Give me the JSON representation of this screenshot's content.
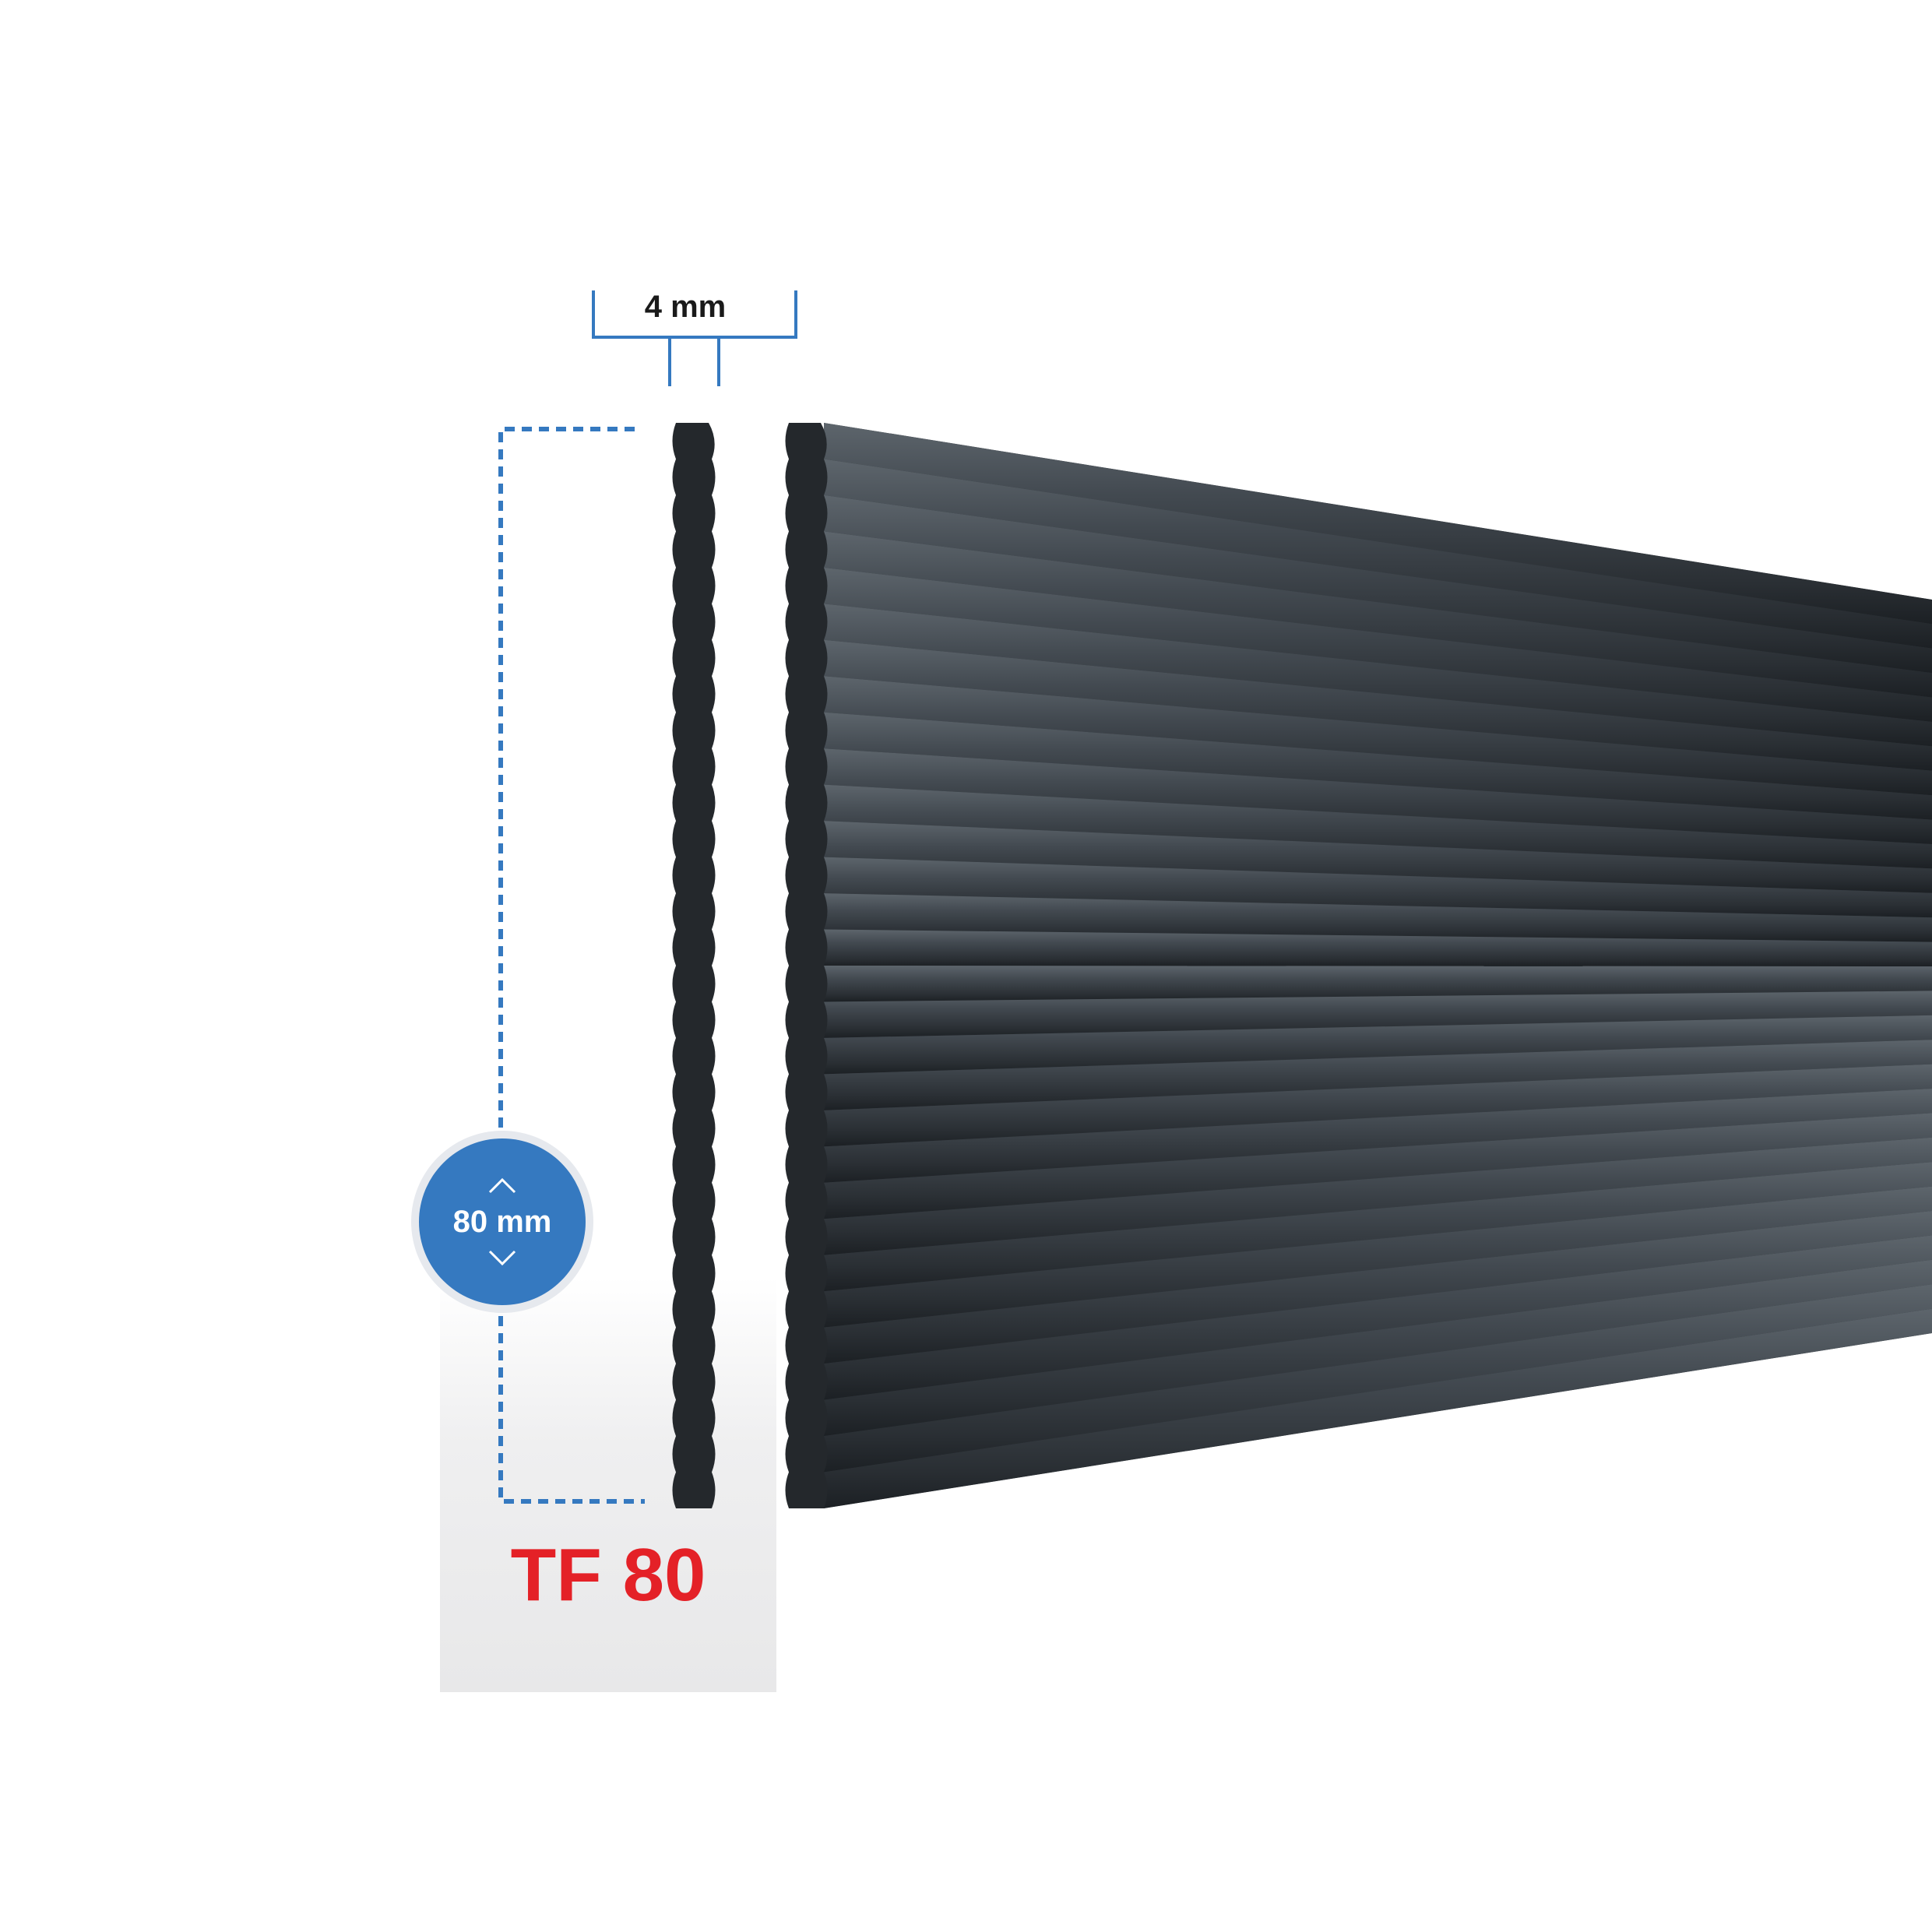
{
  "dimensions": {
    "width_label": "4 mm",
    "height_label": "80 mm"
  },
  "product": {
    "name": "TF 80"
  },
  "icons": {
    "up": "chevron-up-icon",
    "down": "chevron-down-icon"
  },
  "colors": {
    "dimension_blue": "#3579c0",
    "product_red": "#e42127",
    "profile_dark": "#24282c",
    "panel_surface": "#3c434a"
  }
}
